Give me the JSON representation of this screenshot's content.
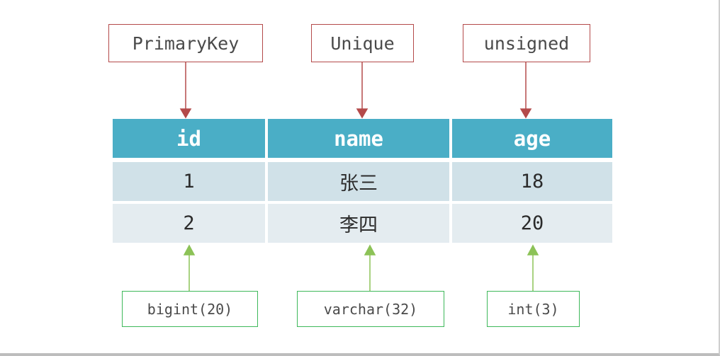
{
  "constraints": {
    "id": "PrimaryKey",
    "name": "Unique",
    "age": "unsigned"
  },
  "table": {
    "headers": [
      "id",
      "name",
      "age"
    ],
    "rows": [
      [
        "1",
        "张三",
        "18"
      ],
      [
        "2",
        "李四",
        "20"
      ]
    ]
  },
  "types": {
    "id": "bigint(20)",
    "name": "varchar(32)",
    "age": "int(3)"
  },
  "colors": {
    "constraint_arrow": "#b44a4a",
    "type_arrow": "#8cc257",
    "header_bg": "#4aaec6",
    "row1_bg": "#d0e1e8",
    "row2_bg": "#e4ecf0"
  }
}
